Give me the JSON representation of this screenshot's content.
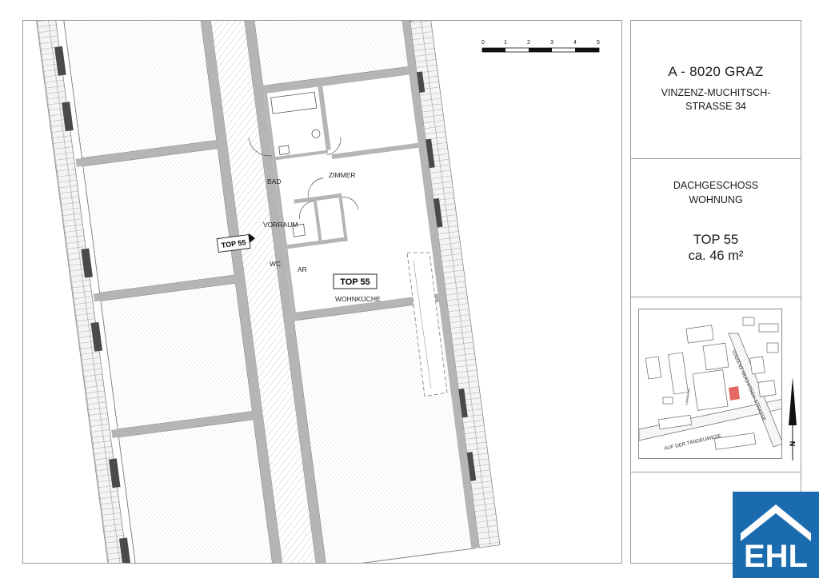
{
  "info": {
    "city": "A - 8020 GRAZ",
    "street_line1": "VINZENZ-MUCHITSCH-",
    "street_line2": "STRASSE 34",
    "floor_line1": "DACHGESCHOSS",
    "floor_line2": "WOHNUNG",
    "unit_name": "TOP 55",
    "unit_area": "ca. 46 m²"
  },
  "scale_bar": {
    "ticks": [
      "0",
      "1",
      "2",
      "3",
      "4",
      "5"
    ]
  },
  "rooms": {
    "bad": "BAD",
    "zimmer": "ZIMMER",
    "vorraum": "VORRAUM",
    "wc": "WC",
    "ar": "AR",
    "wohnkueche": "WOHNKÜCHE"
  },
  "unit_label": "TOP 55",
  "entrance_label": "TOP 55",
  "location_map": {
    "street_diagonal": "VINZENZ-MUCHITSCH-STRASSE",
    "street_bottom": "AUF DER TÄNDELWIESE",
    "street_small": "Lagergasse",
    "north": "N"
  },
  "logo": {
    "text": "EHL",
    "color": "#1b6cae"
  },
  "colors": {
    "highlight": "#d9362b",
    "wall": "#b5b5b5",
    "window": "#4a4a4a"
  }
}
